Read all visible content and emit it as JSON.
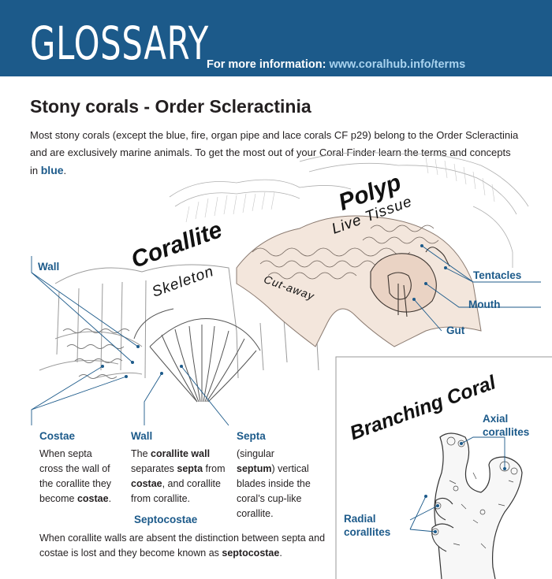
{
  "header": {
    "title": "GLOSSARY",
    "info_prefix": "For more information:",
    "info_url": "www.coralhub.info/terms"
  },
  "section_title": "Stony corals - Order Scleractinia",
  "intro": {
    "text": "Most stony corals (except the blue, fire, organ pipe and lace corals CF p29) belong to the Order Scleractinia and are exclusively marine animals. To get the most out of your Coral Finder learn the terms and concepts in",
    "highlight": "blue",
    "end": "."
  },
  "diagram": {
    "corallite": "Corallite",
    "skeleton": "Skeleton",
    "polyp": "Polyp",
    "live_tissue": "Live Tissue",
    "cutaway": "Cut-away",
    "labels": {
      "wall_top": "Wall",
      "tentacles": "Tentacles",
      "mouth": "Mouth",
      "gut": "Gut"
    }
  },
  "terms": {
    "costae": {
      "label": "Costae",
      "t1": "When septa cross the wall of the corallite they become ",
      "b1": "costae",
      "t2": "."
    },
    "wall": {
      "label": "Wall",
      "t1": "The ",
      "b1": "corallite wall",
      "t2": " separates ",
      "b2": "septa",
      "t3": " from ",
      "b3": "costae",
      "t4": ", and corallite from corallite."
    },
    "septa": {
      "label": "Septa",
      "t1": "(singular ",
      "b1": "septum",
      "t2": ") vertical blades inside the coral’s cup-like corallite."
    },
    "septocostae": {
      "label": "Septocostae",
      "t1": "When corallite walls are absent the distinction between septa and costae is lost and they become known as ",
      "b1": "septocostae",
      "t2": "."
    }
  },
  "branching": {
    "title": "Branching Coral",
    "axial": "Axial corallites",
    "radial": "Radial corallites"
  },
  "colors": {
    "brand_blue": "#1c5a8a",
    "url_blue": "#a9d3ef"
  }
}
